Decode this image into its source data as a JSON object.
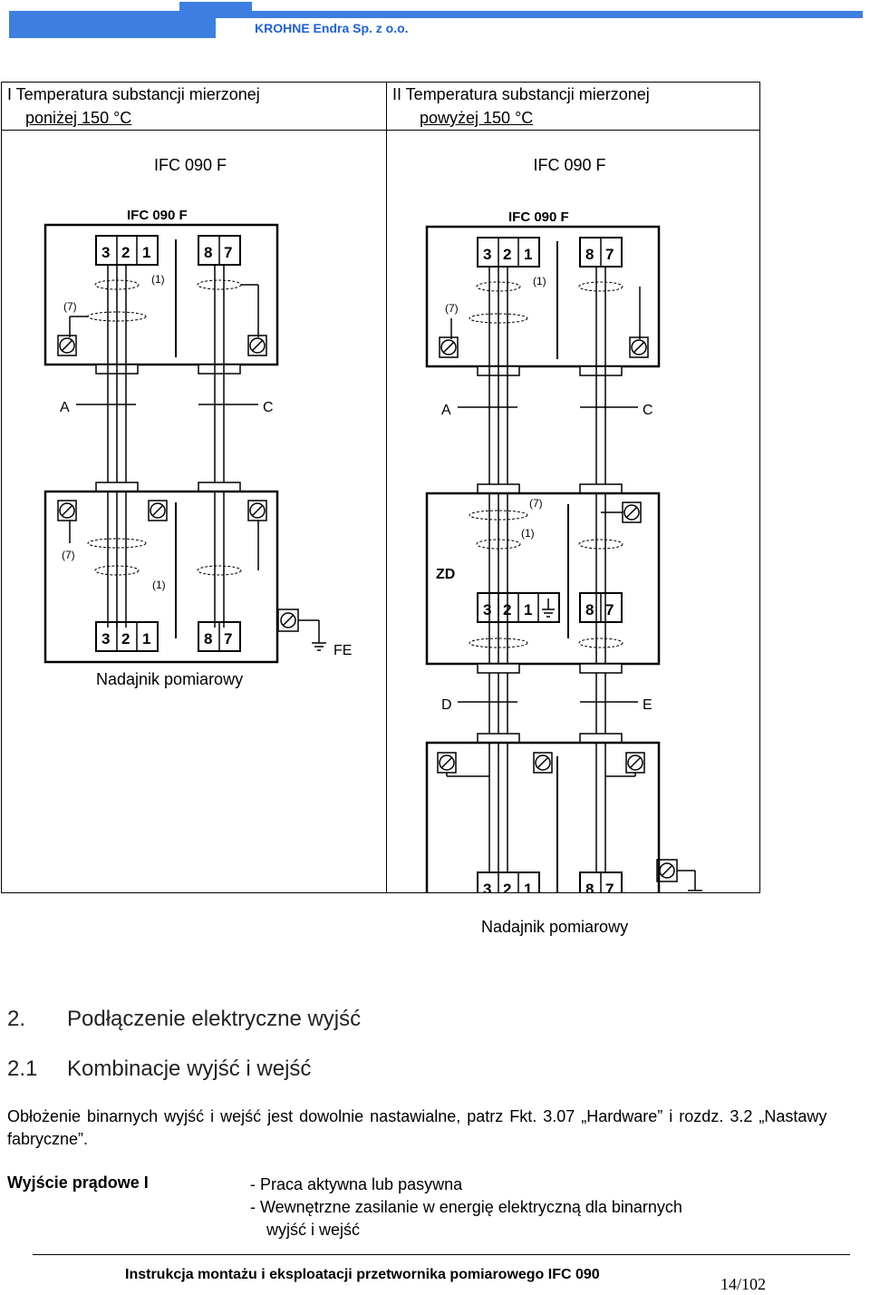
{
  "header": {
    "company": "KROHNE Endra Sp. z o.o."
  },
  "table": {
    "col1": {
      "title_line1": "I Temperatura substancji mierzonej",
      "title_line2": "poniżej 150 °C",
      "model": "IFC 090 F",
      "caption": "Nadajnik pomiarowy"
    },
    "col2": {
      "title_line1": "II Temperatura substancji mierzonej",
      "title_line2": "powyżej 150 °C",
      "model": "IFC 090 F",
      "caption": "Nadajnik pomiarowy"
    }
  },
  "diagram": {
    "device_label": "IFC 090 F",
    "t3": "3",
    "t2": "2",
    "t1": "1",
    "t8": "8",
    "t7": "7",
    "note1": "(1)",
    "note7": "(7)",
    "a": "A",
    "c": "C",
    "d": "D",
    "e": "E",
    "zd": "ZD",
    "fe": "FE"
  },
  "section": {
    "num": "2.",
    "title": "Podłączenie elektryczne wyjść",
    "sub_num": "2.1",
    "sub_title": "Kombinacje wyjść i wejść",
    "paragraph": "Obłożenie binarnych wyjść i wejść jest dowolnie nastawialne, patrz Fkt. 3.07 „Hardware” i rozdz. 3.2 „Nastawy fabryczne”.",
    "label": "Wyjście prądowe I",
    "bullet1": "- Praca aktywna lub pasywna",
    "bullet2a": "- Wewnętrzne zasilanie w energię elektryczną dla binarnych",
    "bullet2b": "wyjść i wejść"
  },
  "footer": {
    "text": "Instrukcja montażu i eksploatacji przetwornika pomiarowego IFC 090",
    "page": "14/102"
  }
}
